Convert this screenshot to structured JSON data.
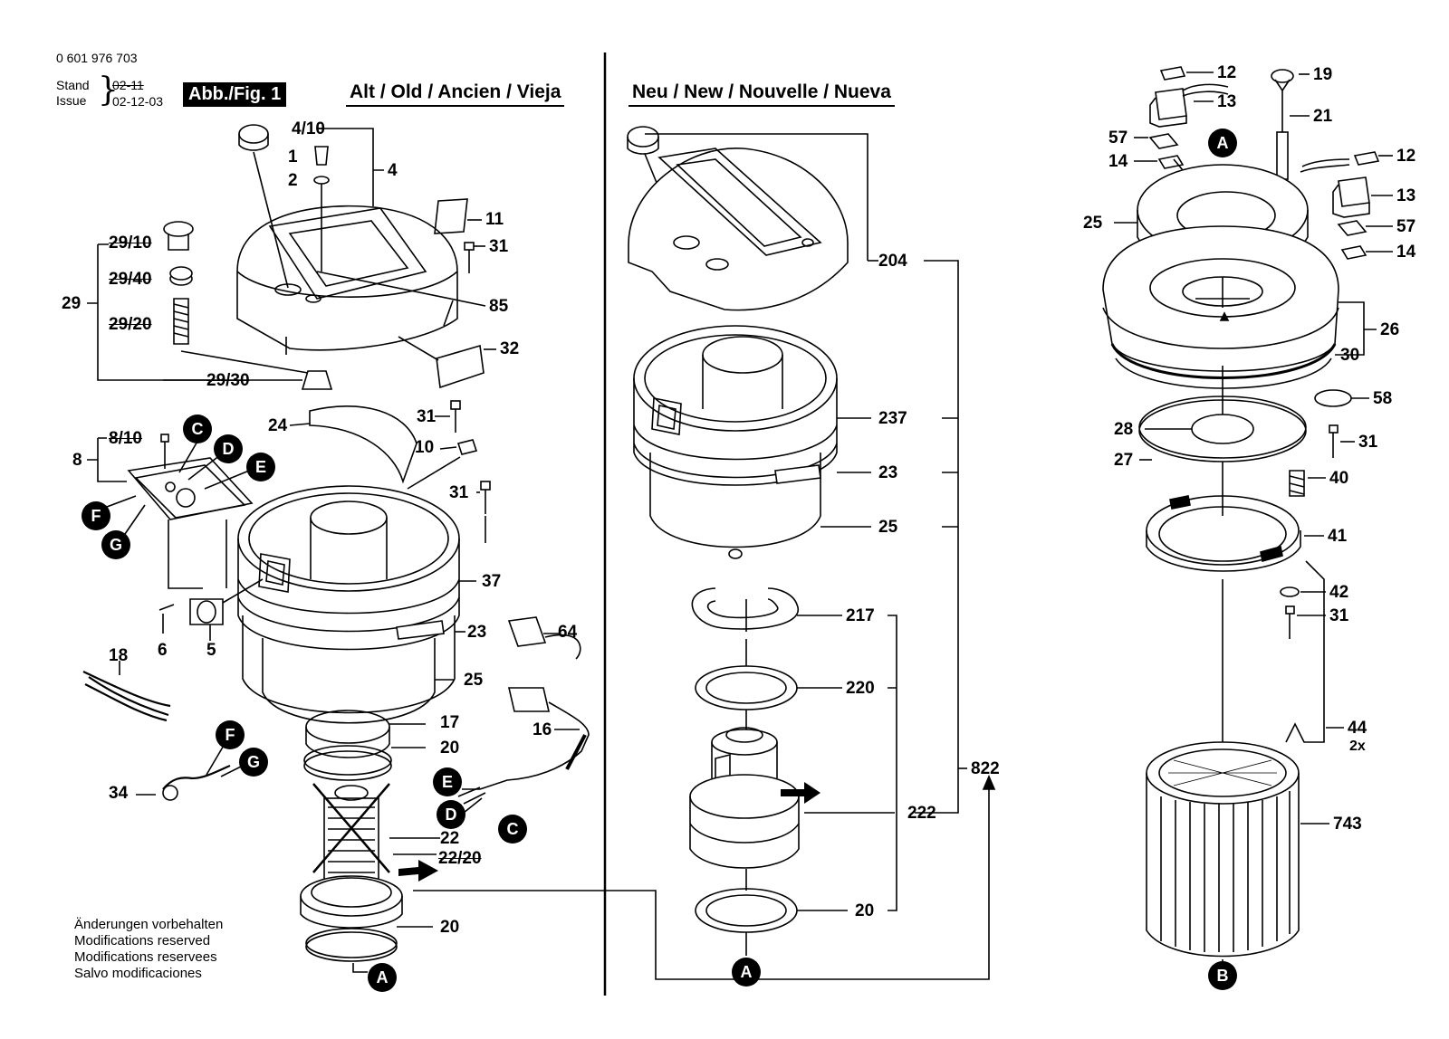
{
  "header": {
    "doc_number": "0 601 976 703",
    "stand_label": "Stand",
    "issue_label": "Issue",
    "stand_old": "02-11",
    "stand_new": "02-12-03",
    "fig_label": "Abb./Fig. 1"
  },
  "sections": {
    "old_title": "Alt / Old / Ancien / Vieja",
    "new_title": "Neu / New / Nouvelle / Nueva"
  },
  "notes": [
    "Änderungen vorbehalten",
    "Modifications reserved",
    "Modifications reservees",
    "Salvo modificaciones"
  ],
  "parts_left": {
    "p4_10": "4/10",
    "p1": "1",
    "p2": "2",
    "p4": "4",
    "p11": "11",
    "p31a": "31",
    "p85": "85",
    "p32": "32",
    "p29": "29",
    "p29_10": "29/10",
    "p29_40": "29/40",
    "p29_20": "29/20",
    "p29_30": "29/30",
    "p24": "24",
    "p31b": "31",
    "p10": "10",
    "p8": "8",
    "p8_10": "8/10",
    "p31c": "31",
    "p37": "37",
    "p23": "23",
    "p25": "25",
    "p6": "6",
    "p5": "5",
    "p18": "18",
    "p64": "64",
    "p16": "16",
    "p17": "17",
    "p20a": "20",
    "p34": "34",
    "p22": "22",
    "p22_20": "22/20",
    "p20b": "20"
  },
  "parts_mid": {
    "p204": "204",
    "p237": "237",
    "p23": "23",
    "p25": "25",
    "p217": "217",
    "p220": "220",
    "p822": "822",
    "p222": "222",
    "p20": "20"
  },
  "parts_right": {
    "p12a": "12",
    "p13a": "13",
    "p57a": "57",
    "p14a": "14",
    "p19": "19",
    "p21": "21",
    "p12b": "12",
    "p13b": "13",
    "p57b": "57",
    "p14b": "14",
    "p25": "25",
    "p26": "26",
    "p30": "30",
    "p58": "58",
    "p28": "28",
    "p31a": "31",
    "p27": "27",
    "p40": "40",
    "p41": "41",
    "p42": "42",
    "p31b": "31",
    "p44": "44",
    "p44_qty": "2x",
    "p743": "743"
  },
  "connectors": {
    "A": "A",
    "B": "B",
    "C": "C",
    "D": "D",
    "E": "E",
    "F": "F",
    "G": "G"
  }
}
